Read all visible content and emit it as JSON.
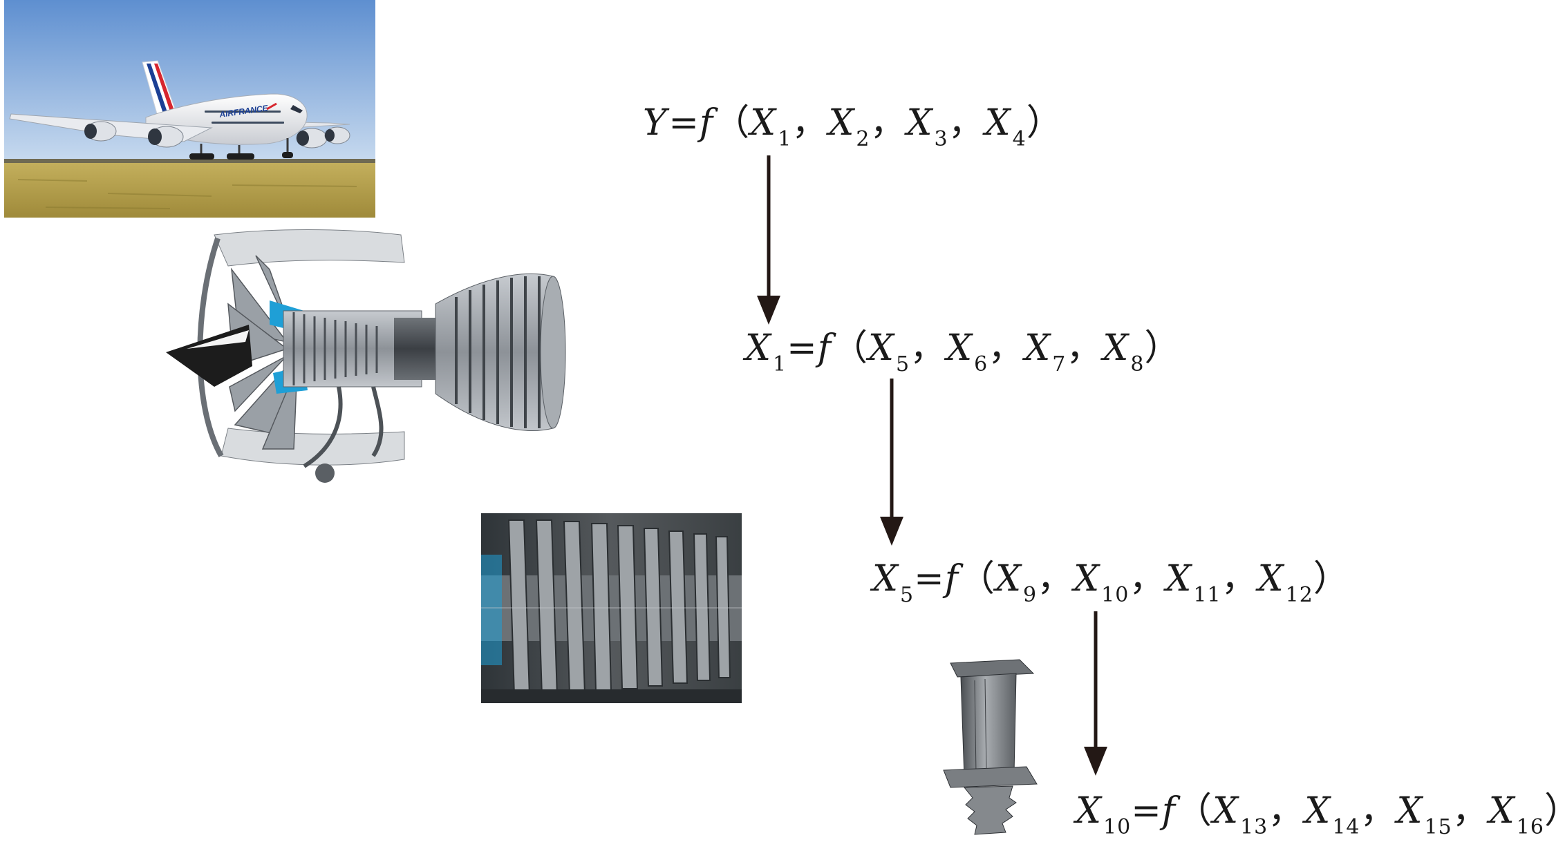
{
  "equations": [
    {
      "lhs": "Y",
      "lhs_sub": "",
      "fn": "f",
      "args": [
        {
          "var": "X",
          "sub": "1"
        },
        {
          "var": "X",
          "sub": "2"
        },
        {
          "var": "X",
          "sub": "3"
        },
        {
          "var": "X",
          "sub": "4"
        }
      ]
    },
    {
      "lhs": "X",
      "lhs_sub": "1",
      "fn": "f",
      "args": [
        {
          "var": "X",
          "sub": "5"
        },
        {
          "var": "X",
          "sub": "6"
        },
        {
          "var": "X",
          "sub": "7"
        },
        {
          "var": "X",
          "sub": "8"
        }
      ]
    },
    {
      "lhs": "X",
      "lhs_sub": "5",
      "fn": "f",
      "args": [
        {
          "var": "X",
          "sub": "9"
        },
        {
          "var": "X",
          "sub": "10"
        },
        {
          "var": "X",
          "sub": "11"
        },
        {
          "var": "X",
          "sub": "12"
        }
      ]
    },
    {
      "lhs": "X",
      "lhs_sub": "10",
      "fn": "f",
      "args": [
        {
          "var": "X",
          "sub": "13"
        },
        {
          "var": "X",
          "sub": "14"
        },
        {
          "var": "X",
          "sub": "15"
        },
        {
          "var": "X",
          "sub": "16"
        }
      ]
    }
  ],
  "symbols": {
    "equals": "=",
    "open_paren": "（",
    "close_paren": "）",
    "comma": "，"
  },
  "aircraft": {
    "livery_text": "AIRFRANCE"
  },
  "colors": {
    "arrow": "#231815",
    "sky": "#8fb4e0",
    "grass": "#b8a24c",
    "engine_blue": "#1f9fd6",
    "metal": "#8a8f94"
  }
}
